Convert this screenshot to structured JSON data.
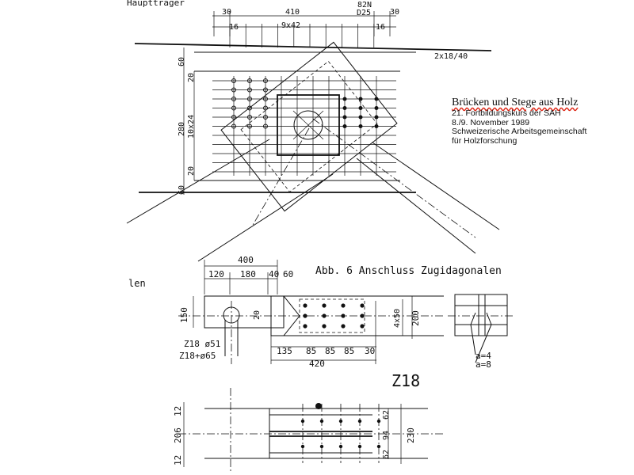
{
  "labels": {
    "haupttraeger": "Haupttrager",
    "len": "len",
    "caption": "Abb. 6  Anschluss Zugidagonalen",
    "profile": "Z18",
    "reinforcement": "2x18/40",
    "nail_top": "82N",
    "nail_bottom": "D25"
  },
  "note": {
    "title": "Brücken und Stege aus Holz",
    "lines": [
      "21. Fortbildungskurs der SAH",
      "8./9. November 1989",
      "Schweizerische Arbeitsgemeinschaft",
      "für Holzforschung"
    ]
  },
  "dims_top": {
    "d30_left": "30",
    "d410": "410",
    "d30_right": "30",
    "d16_left": "16",
    "d9x42": "9x42",
    "d16_right": "16",
    "v60_top": "60",
    "v20_top": "20",
    "v280": "280",
    "v10x24": "10x24",
    "v20_bot": "20",
    "v60_bot": "60"
  },
  "dims_mid": {
    "d400": "400",
    "d120": "120",
    "d180": "180",
    "d40": "40",
    "d60": "60",
    "v150": "150",
    "v20": "20",
    "z18_d51": "Z18 ø51",
    "z18_d65": "Z18+ø65",
    "d135": "135",
    "d85a": "85",
    "d85b": "85",
    "d85c": "85",
    "d30": "30",
    "d420": "420",
    "v4x50": "4x50",
    "v200": "200",
    "weld_a4": "a=4",
    "weld_a8": "a=8"
  },
  "dims_bot": {
    "v12_top": "12",
    "v206": "206",
    "v12_bot": "12",
    "v62_top": "62",
    "v94": "94",
    "v62_bot": "62",
    "v230": "230"
  }
}
